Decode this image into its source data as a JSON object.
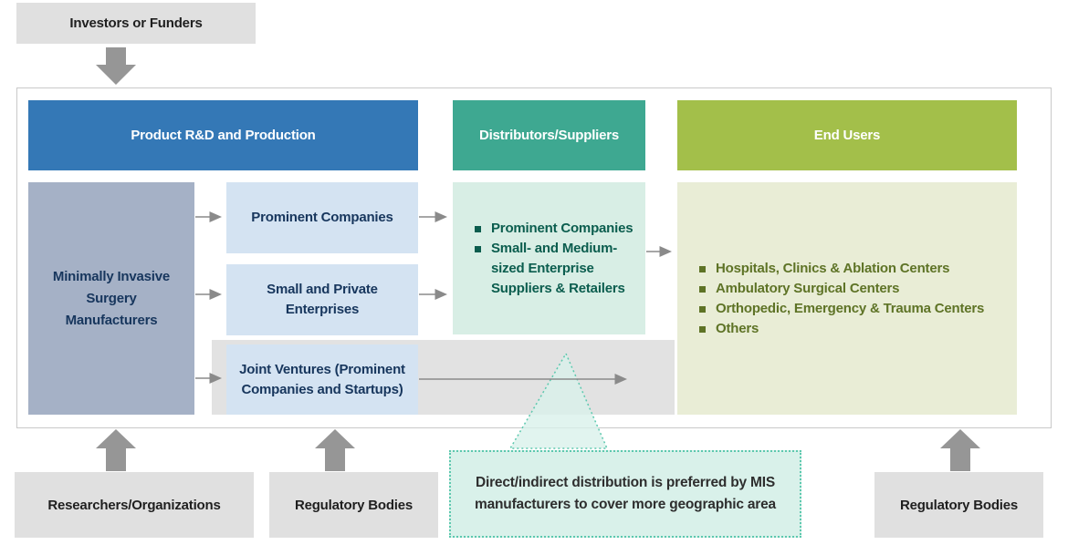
{
  "diagram": {
    "investors": {
      "label": "Investors or Funders"
    },
    "stages": [
      {
        "label": "Product R&D and Production"
      },
      {
        "label": "Distributors/Suppliers"
      },
      {
        "label": "End Users"
      }
    ],
    "production": {
      "manufacturers_label": "Minimally Invasive Surgery Manufacturers",
      "company_types": [
        "Prominent Companies",
        "Small and Private Enterprises",
        "Joint Ventures (Prominent Companies and Startups)"
      ]
    },
    "distributors": {
      "items": [
        "Prominent Companies",
        "Small- and Medium-sized Enterprise Suppliers & Retailers"
      ]
    },
    "end_users": {
      "items": [
        "Hospitals, Clinics & Ablation Centers",
        "Ambulatory Surgical Centers",
        "Orthopedic, Emergency & Trauma Centers",
        "Others"
      ]
    },
    "influencers": {
      "researchers_label": "Researchers/Organizations",
      "regulatory_left_label": "Regulatory Bodies",
      "regulatory_right_label": "Regulatory Bodies"
    },
    "callout": {
      "text": "Direct/indirect distribution is preferred by MIS manufacturers to cover more geographic area"
    },
    "colors": {
      "stage_rnd": "#3478b6",
      "stage_distributors": "#3ea891",
      "stage_end_users": "#a3bf4a",
      "manufacturers_box": "#a5b1c6",
      "company_box": "#d4e3f2",
      "distributors_box": "#d8eee5",
      "end_users_box": "#e9edd6",
      "gray_box": "#e0e0e0",
      "block_arrow": "#969696",
      "thin_arrow": "#8a8a8a",
      "navy_text": "#17365d",
      "teal_text": "#0b5d4e",
      "olive_text": "#5e7326",
      "callout_fill": "#d9f1ea",
      "callout_border": "#5cc8ae"
    }
  }
}
